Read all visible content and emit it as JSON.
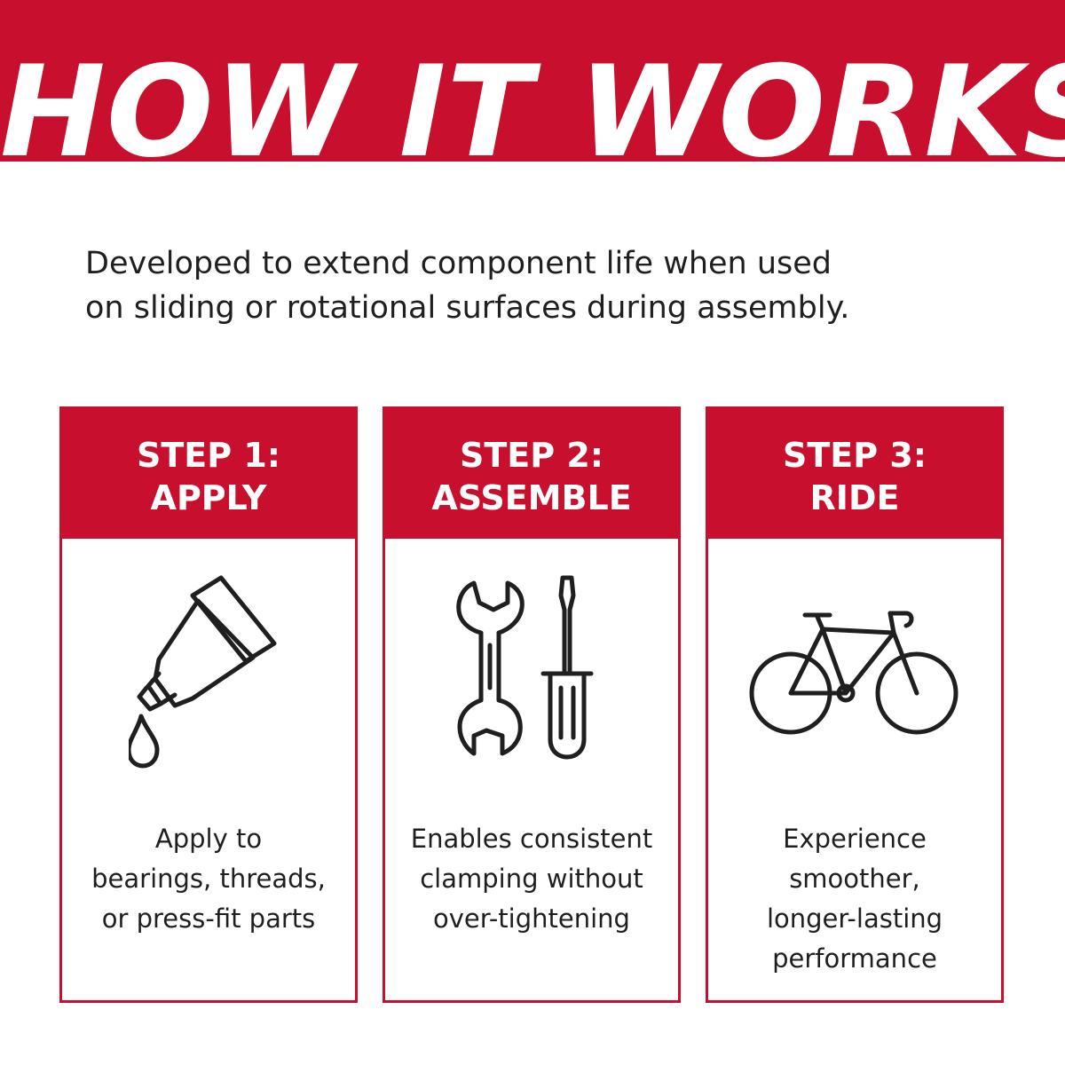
{
  "colors": {
    "accent": "#c8102e",
    "text": "#1f1f1f",
    "background": "#ffffff"
  },
  "header": {
    "title": "HOW IT WORKS"
  },
  "intro": {
    "lines": [
      "Developed to extend component life when used",
      "on sliding or rotational surfaces during assembly."
    ]
  },
  "steps": [
    {
      "heading_line1": "STEP 1:",
      "heading_line2": "APPLY",
      "icon": "grease-tube-icon",
      "description": [
        "Apply to",
        "bearings, threads,",
        "or press-fit parts"
      ]
    },
    {
      "heading_line1": "STEP 2:",
      "heading_line2": "ASSEMBLE",
      "icon": "wrench-screwdriver-icon",
      "description": [
        "Enables consistent",
        "clamping without",
        "over-tightening"
      ]
    },
    {
      "heading_line1": "STEP 3:",
      "heading_line2": "RIDE",
      "icon": "bicycle-icon",
      "description": [
        "Experience",
        "smoother,",
        "longer-lasting",
        "performance"
      ]
    }
  ]
}
